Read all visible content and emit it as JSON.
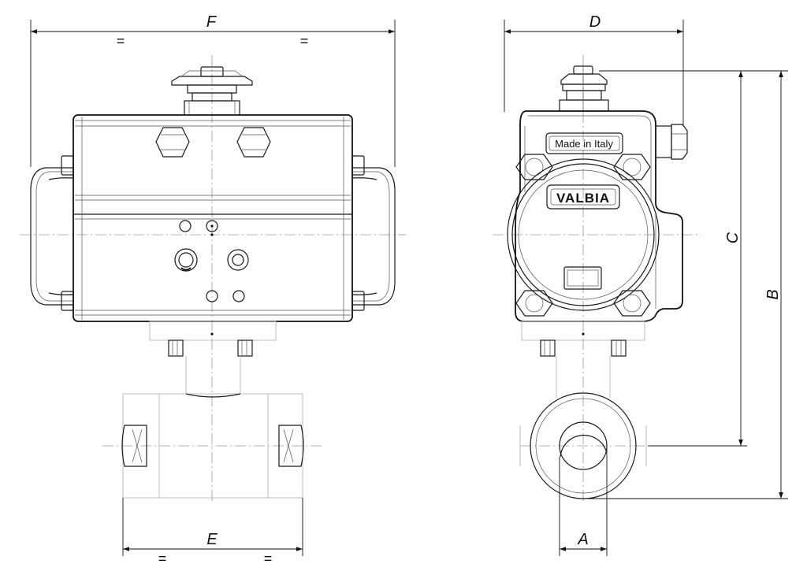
{
  "dimensions": {
    "F": "F",
    "D": "D",
    "C": "C",
    "B": "B",
    "E": "E",
    "A": "A"
  },
  "equal_marks": {
    "top_left": "=",
    "top_right": "=",
    "bottom_left": "=",
    "bottom_right": "="
  },
  "side_view": {
    "plate_text": "Made in Italy",
    "brand_text": "VALBIA"
  }
}
